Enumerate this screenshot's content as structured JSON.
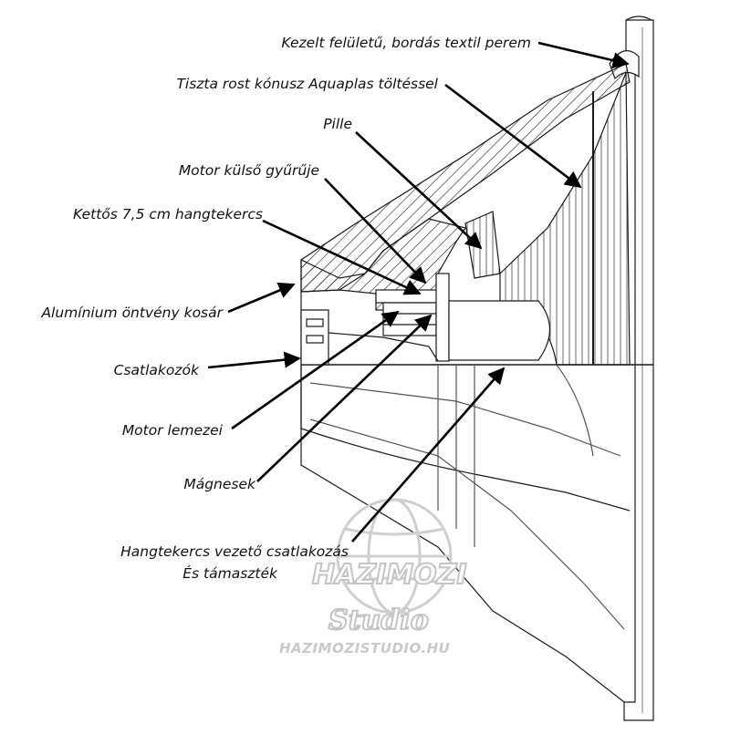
{
  "labels": {
    "surround": "Kezelt felületű, bordás textil perem",
    "cone": "Tiszta rost kónusz Aquaplas töltéssel",
    "dust_cap": "Pille",
    "motor_ring": "Motor külső gyűrűje",
    "voice_coil": "Kettős 7,5 cm hangtekercs",
    "basket": "Alumínium öntvény kosár",
    "terminals": "Csatlakozók",
    "motor_plates": "Motor lemezei",
    "magnets": "Mágnesek",
    "coil_guide_line1": "Hangtekercs vezető csatlakozás",
    "coil_guide_line2": "És támaszték"
  },
  "watermark": {
    "brand": "HAZIMOZI",
    "script": "Studio",
    "site": "HAZIMOZISTUDIO.HU"
  }
}
